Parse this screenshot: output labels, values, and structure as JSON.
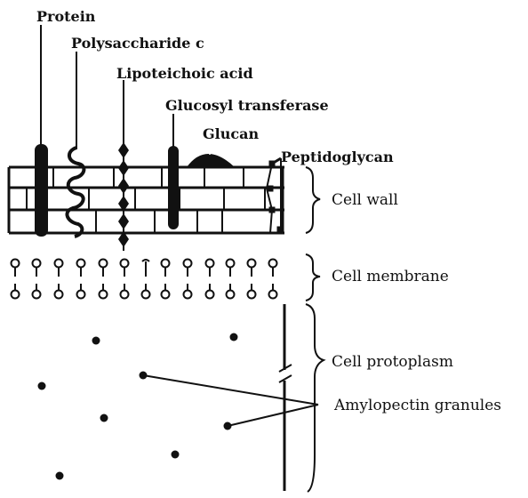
{
  "molecule_labels": {
    "protein": "Protein",
    "polysaccharide": "Polysaccharide c",
    "lipoteichoic": "Lipoteichoic acid",
    "glucosyl": "Glucosyl transferase",
    "glucan": "Glucan",
    "peptidoglycan": "Peptidoglycan"
  },
  "region_labels": {
    "cell_wall": "Cell wall",
    "cell_membrane": "Cell membrane",
    "cell_protoplasm": "Cell protoplasm",
    "amylopectin": "Amylopectin granules"
  },
  "colors": {
    "ink": "#111111",
    "background": "#ffffff"
  }
}
